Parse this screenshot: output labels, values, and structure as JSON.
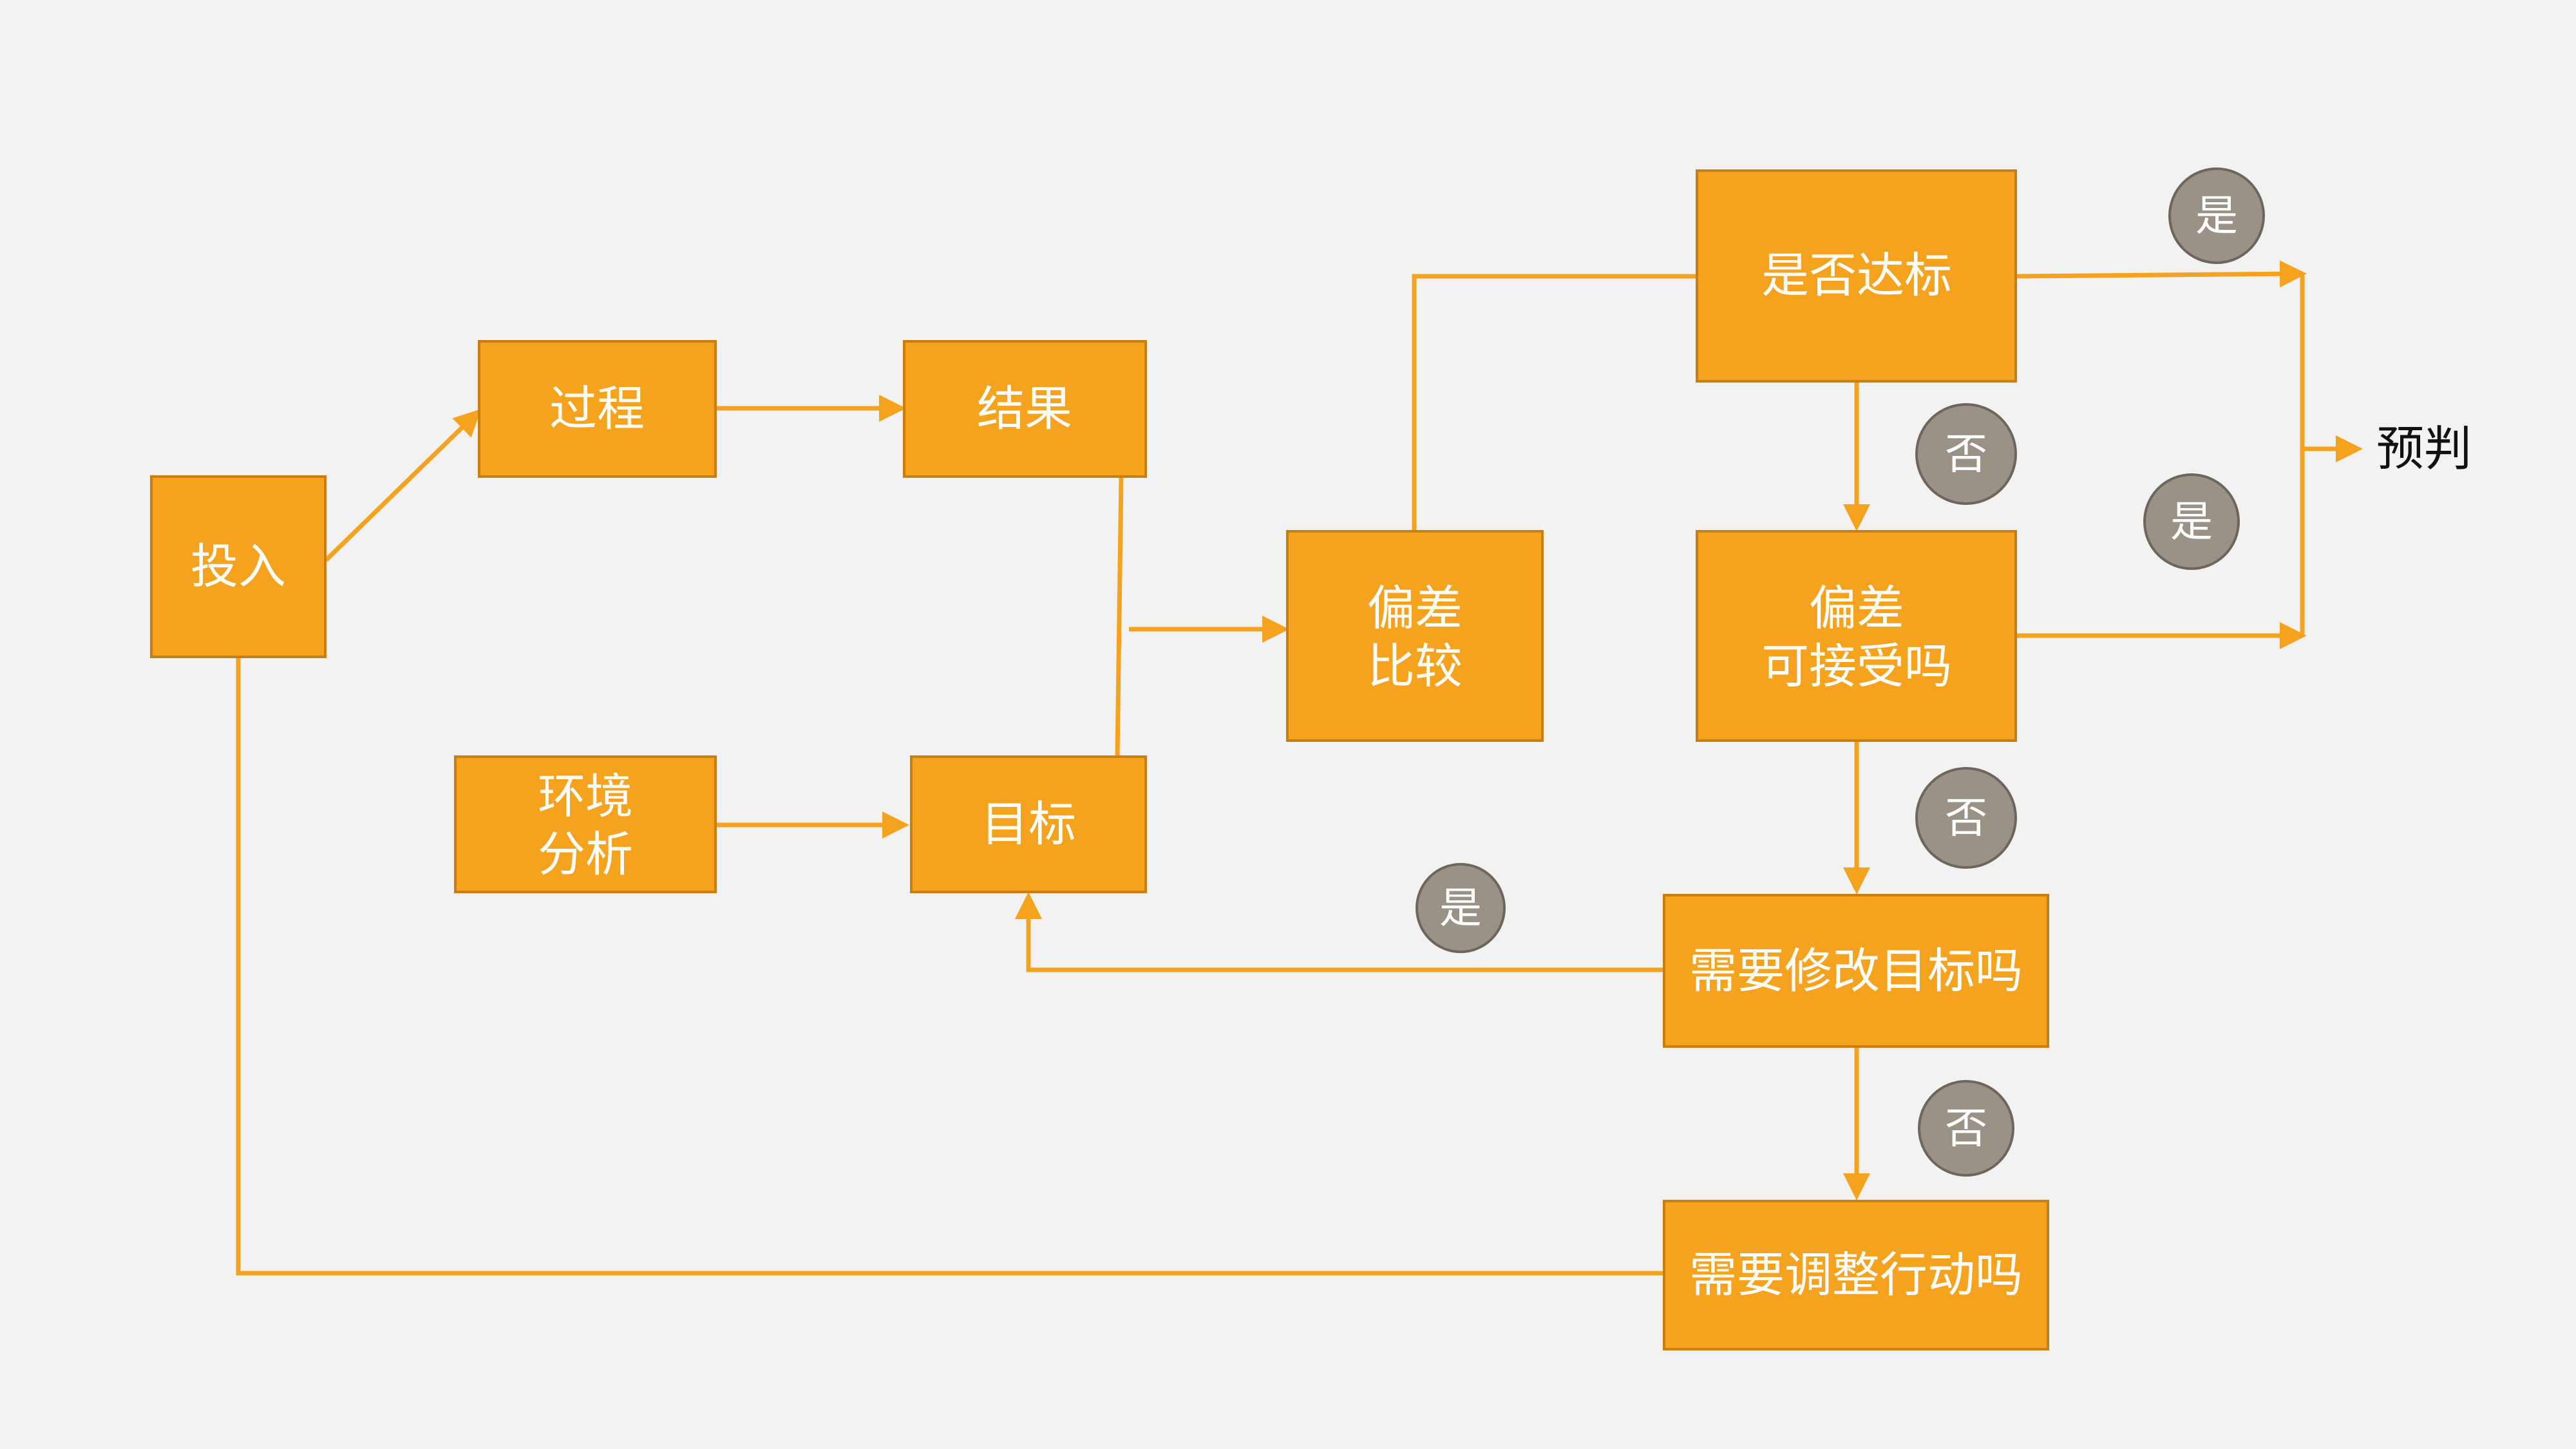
{
  "nodes": {
    "input": "投入",
    "process": "过程",
    "result": "结果",
    "env_line1": "环境",
    "env_line2": "分析",
    "target": "目标",
    "dev_line1": "偏差",
    "dev_line2": "比较",
    "meet": "是否达标",
    "accept_line1": "偏差",
    "accept_line2": "可接受吗",
    "modify_target": "需要修改目标吗",
    "adjust_action": "需要调整行动吗"
  },
  "badges": {
    "meet_yes": "是",
    "meet_no": "否",
    "accept_yes": "是",
    "accept_no": "否",
    "modify_yes": "是",
    "modify_no": "否"
  },
  "outcome": "预判",
  "colors": {
    "box_fill": "#f5a31f",
    "connector": "#f5a31f",
    "badge_fill": "#9a9187",
    "background": "#f2f2f2"
  }
}
